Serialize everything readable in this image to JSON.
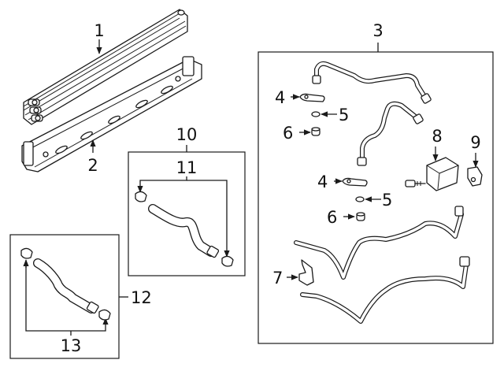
{
  "diagram": {
    "callouts": {
      "c1": "1",
      "c2": "2",
      "c3": "3",
      "c4a": "4",
      "c4b": "4",
      "c5a": "5",
      "c5b": "5",
      "c6a": "6",
      "c6b": "6",
      "c7": "7",
      "c8": "8",
      "c9": "9",
      "c10": "10",
      "c11": "11",
      "c12": "12",
      "c13": "13"
    },
    "colors": {
      "line": "#1a1a1a",
      "background": "#ffffff"
    }
  }
}
